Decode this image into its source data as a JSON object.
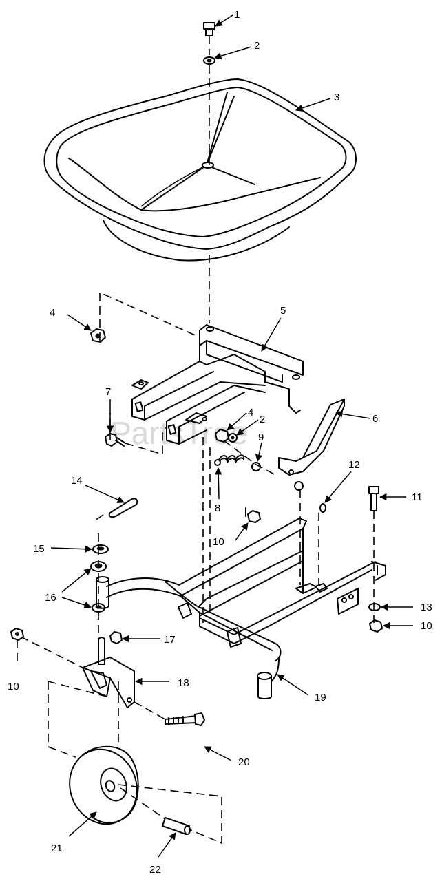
{
  "watermark": "PartsTree",
  "callouts": [
    {
      "id": "1"
    },
    {
      "id": "2"
    },
    {
      "id": "3"
    },
    {
      "id": "4"
    },
    {
      "id": "5"
    },
    {
      "id": "6"
    },
    {
      "id": "7"
    },
    {
      "id": "8"
    },
    {
      "id": "9"
    },
    {
      "id": "10"
    },
    {
      "id": "11"
    },
    {
      "id": "12"
    },
    {
      "id": "13"
    },
    {
      "id": "14"
    },
    {
      "id": "15"
    },
    {
      "id": "16"
    },
    {
      "id": "17"
    },
    {
      "id": "18"
    },
    {
      "id": "19"
    },
    {
      "id": "20"
    },
    {
      "id": "21"
    },
    {
      "id": "22"
    }
  ],
  "callout_labels": {
    "c1": "1",
    "c2a": "2",
    "c3": "3",
    "c4a": "4",
    "c5": "5",
    "c6": "6",
    "c7": "7",
    "c4b": "4",
    "c2b": "2",
    "c9": "9",
    "c8": "8",
    "c14": "14",
    "c12": "12",
    "c11": "11",
    "c10a": "10",
    "c15": "15",
    "c16": "16",
    "c17": "17",
    "c13": "13",
    "c10b": "10",
    "c10c": "10",
    "c18": "18",
    "c19": "19",
    "c20": "20",
    "c21": "21",
    "c22": "22"
  }
}
